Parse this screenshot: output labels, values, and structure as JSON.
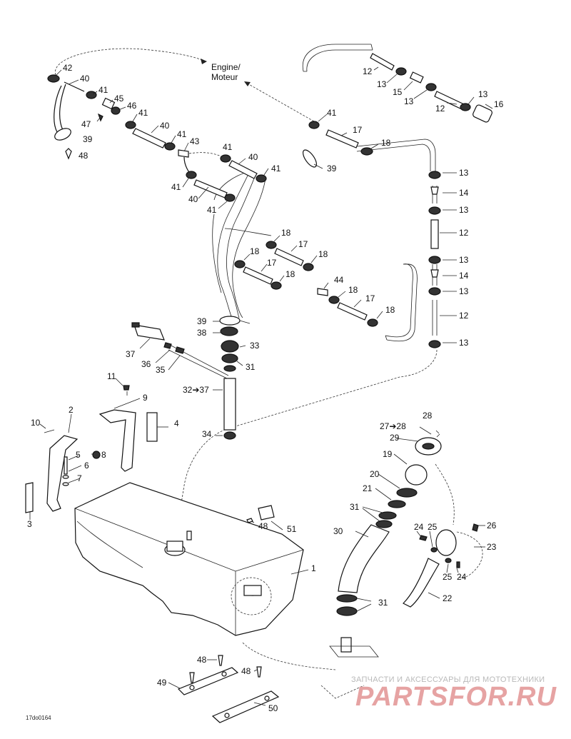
{
  "engine_label": {
    "line1": "Engine/",
    "line2": "Moteur"
  },
  "callouts": {
    "c42": "42",
    "c40a": "40",
    "c41a": "41",
    "c45": "45",
    "c46": "46",
    "c47": "47",
    "c41b": "41",
    "c39a": "39",
    "c48a": "48",
    "c40b": "40",
    "c41c": "41",
    "c43": "43",
    "c41d": "41",
    "c40c": "40",
    "c41e": "41",
    "c41f": "41",
    "c40d": "40",
    "c41g": "41",
    "c41h": "41",
    "c17a": "17",
    "c18a": "18",
    "c39b": "39",
    "c12a": "12",
    "c13a": "13",
    "c15": "15",
    "c13b": "13",
    "c13c": "13",
    "c16": "16",
    "c12b": "12",
    "c13d": "13",
    "c14a": "14",
    "c13e": "13",
    "c12c": "12",
    "c13f": "13",
    "c14b": "14",
    "c13g": "13",
    "c12d": "12",
    "c13h": "13",
    "c18b": "18",
    "c17b": "17",
    "c18c": "18",
    "c18d": "18",
    "c17c": "17",
    "c18e": "18",
    "c44": "44",
    "c18f": "18",
    "c17d": "17",
    "c18g": "18",
    "c39c": "39",
    "c38": "38",
    "c33": "33",
    "c31a": "31",
    "c37": "37",
    "c36": "36",
    "c35": "35",
    "c32_37": "32➔37",
    "c34": "34",
    "c11": "11",
    "c9": "9",
    "c2": "2",
    "c10": "10",
    "c4": "4",
    "c5": "5",
    "c8": "8",
    "c6": "6",
    "c7": "7",
    "c3": "3",
    "c48b": "48",
    "c51": "51",
    "c1": "1",
    "c28": "28",
    "c27_28": "27➔28",
    "c29": "29",
    "c19": "19",
    "c20": "20",
    "c21": "21",
    "c31b": "31",
    "c30": "30",
    "c24a": "24",
    "c25a": "25",
    "c26": "26",
    "c23": "23",
    "c25b": "25",
    "c24b": "24",
    "c22": "22",
    "c31c": "31",
    "c48c": "48",
    "c49": "49",
    "c48d": "48",
    "c50": "50"
  },
  "watermark": {
    "line1": "ЗАПЧАСТИ И АКСЕССУАРЫ ДЛЯ МОТОТЕХНИКИ",
    "line2": "PARTSFOR.RU"
  },
  "ref_code": "17do0164",
  "colors": {
    "line": "#111111",
    "watermark_text": "#b9b9b9",
    "watermark_logo": "#e6a3a3"
  }
}
